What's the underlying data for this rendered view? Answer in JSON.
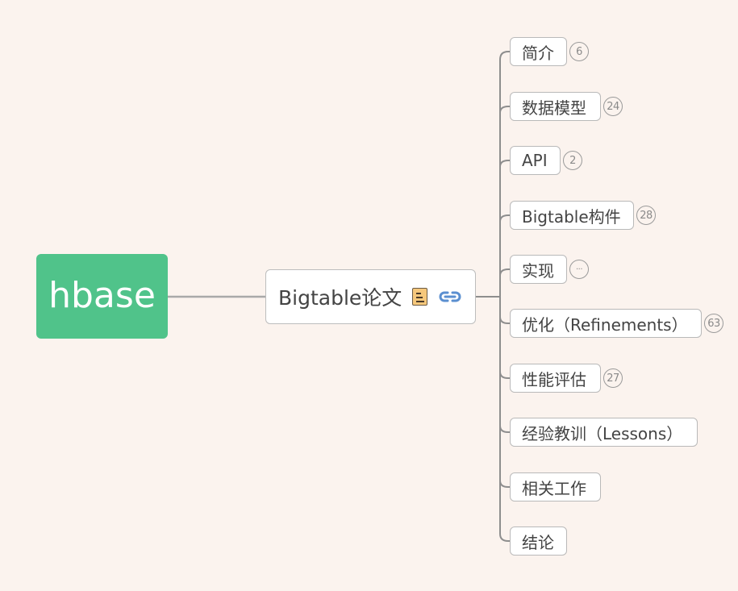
{
  "root": {
    "label": "hbase",
    "color": "#50c38a"
  },
  "central": {
    "label": "Bigtable论文",
    "icons": [
      "note-icon",
      "link-icon"
    ]
  },
  "topics": [
    {
      "label": "简介",
      "badge": "6"
    },
    {
      "label": "数据模型",
      "badge": "24"
    },
    {
      "label": "API",
      "badge": "2"
    },
    {
      "label": "Bigtable构件",
      "badge": "28"
    },
    {
      "label": "实现",
      "badge": "···"
    },
    {
      "label": "优化（Refinements）",
      "badge": "63"
    },
    {
      "label": "性能评估",
      "badge": "27"
    },
    {
      "label": "经验教训（Lessons）",
      "badge": null
    },
    {
      "label": "相关工作",
      "badge": null
    },
    {
      "label": "结论",
      "badge": null
    }
  ],
  "colors": {
    "background": "#fbf3ee",
    "connector": "#9a9a9a",
    "note": "#f6c87c",
    "link": "#5b8fd0"
  }
}
